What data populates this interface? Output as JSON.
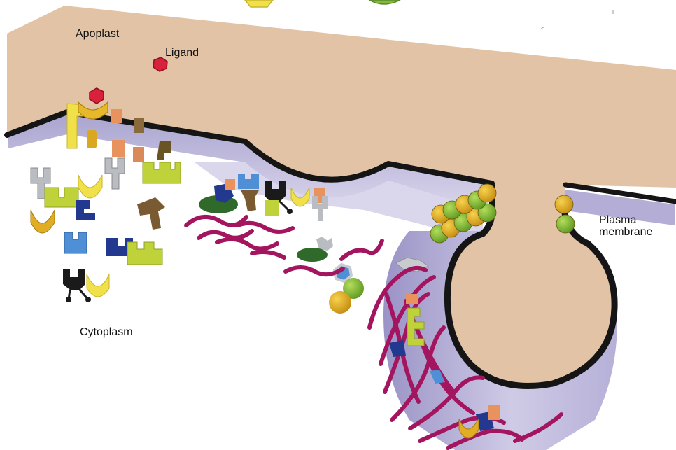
{
  "labels": {
    "apoplast": "Apoplast",
    "ligand": "Ligand",
    "cytoplasm": "Cytoplasm",
    "plasma_membrane_line1": "Plasma",
    "plasma_membrane_line2": "membrane"
  },
  "colors": {
    "apoplast": "#e2c3a5",
    "membrane_underside": "#b9b3d8",
    "membrane_edge": "#1a1a1a",
    "ligand": "#d8213a",
    "yellow_receptor": "#f0e04a",
    "lime_receptor": "#bfd23a",
    "orange_receptor": "#e8935e",
    "gray_receptor": "#b9bcc0",
    "brown_receptor": "#7a5b31",
    "olive_receptor": "#6b5424",
    "blue_receptor": "#4f8fd6",
    "navy_receptor": "#23398f",
    "black_receptor": "#1a1a1a",
    "green_oval": "#2f6a2a",
    "actin": "#a3165f",
    "gold_sphere": "#e0ad24",
    "green_sphere": "#86b93b"
  }
}
